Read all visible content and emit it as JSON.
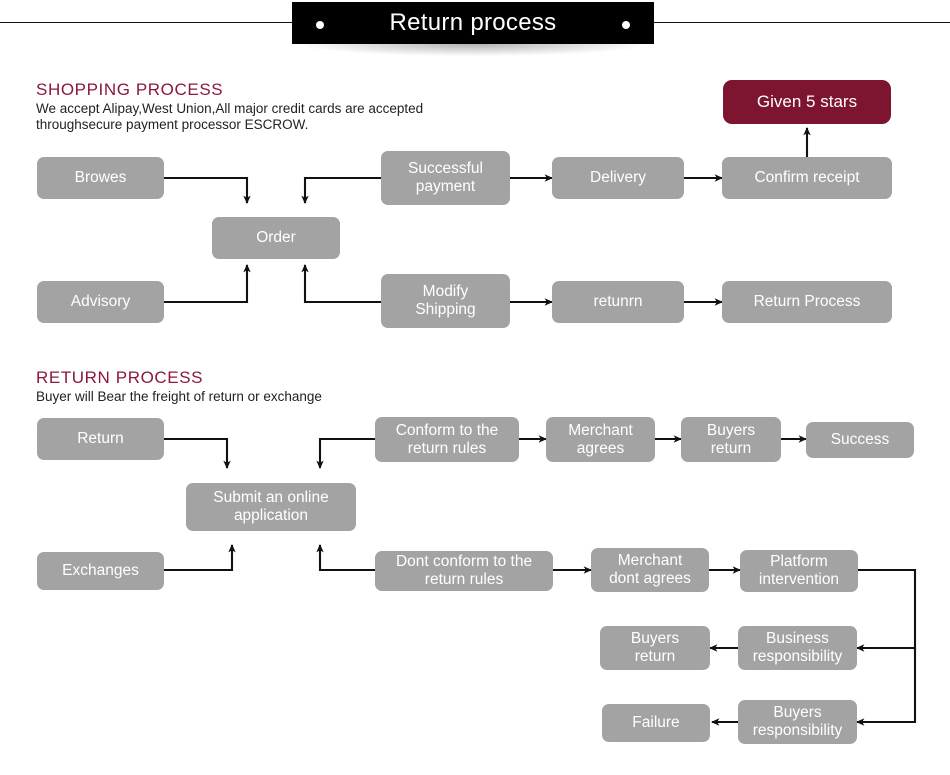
{
  "banner": {
    "title": "Return process",
    "dot_left": "banner-dot",
    "dot_right": "banner-dot"
  },
  "shopping": {
    "heading": "SHOPPING PROCESS",
    "description": "We accept Alipay,West Union,All major credit cards are accepted\nthroughsecure payment processor ESCROW."
  },
  "returns": {
    "heading": "RETURN PROCESS",
    "description": "Buyer will Bear the freight of return or exchange"
  },
  "colors": {
    "node_gray": "#a3a3a3",
    "accent_maroon": "#7d1430",
    "heading_maroon": "#8c1740",
    "banner_black": "#000000",
    "node_text": "#ffffff",
    "arrow": "#111111"
  },
  "nodes": {
    "given_5_stars": "Given 5 stars",
    "browes": "Browes",
    "successful_payment": "Successful\npayment",
    "delivery": "Delivery",
    "confirm_receipt": "Confirm receipt",
    "order": "Order",
    "advisory": "Advisory",
    "modify_shipping": "Modify\nShipping",
    "retunrn": "retunrn",
    "return_process": "Return Process",
    "return": "Return",
    "conform_to_the_return_rules": "Conform to the\nreturn rules",
    "merchant_agrees": "Merchant\nagrees",
    "buyers_return_top": "Buyers\nreturn",
    "success": "Success",
    "submit_an_online_application": "Submit an online\napplication",
    "exchanges": "Exchanges",
    "dont_conform_to_the_return_rules": "Dont conform to the\nreturn rules",
    "merchant_dont_agrees": "Merchant\ndont agrees",
    "platform_intervention": "Platform\nintervention",
    "buyers_return_bottom": "Buyers\nreturn",
    "business_responsibility": "Business\nresponsibility",
    "failure": "Failure",
    "buyers_responsibility": "Buyers\nresponsibility"
  }
}
